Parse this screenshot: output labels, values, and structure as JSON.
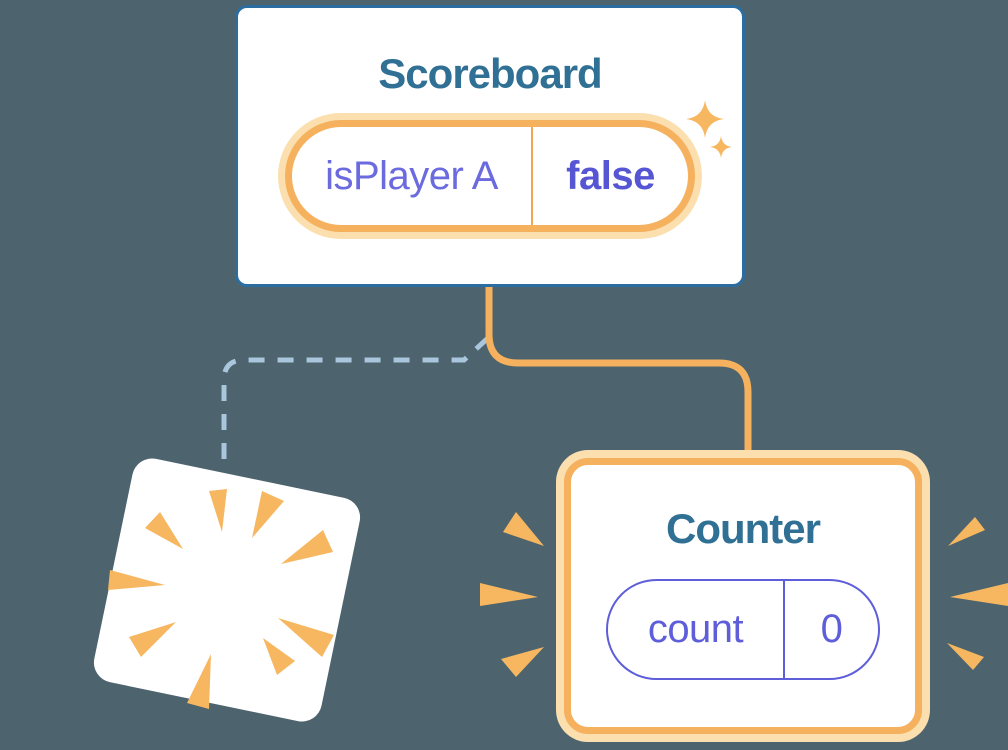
{
  "scoreboard": {
    "title": "Scoreboard",
    "state": {
      "name": "isPlayer A",
      "value": "false"
    }
  },
  "counter": {
    "title": "Counter",
    "state": {
      "name": "count",
      "value": "0"
    }
  },
  "icons": [
    "sparkles-icon",
    "poof-burst-icon",
    "emphasis-rays-left-icon",
    "emphasis-rays-right-icon"
  ],
  "connectors": {
    "dashed": "scoreboard-to-destroyed-component",
    "solid": "scoreboard-to-counter"
  },
  "colors": {
    "bg": "#4D646F",
    "blue-border": "#2C6DA1",
    "title-blue": "#2F7094",
    "orange": "#F5B15D",
    "orange-halo": "#FBDFAF",
    "orange-divider": "#EFA750",
    "orange-ray": "#F6B760",
    "purple": "#5E5EDA",
    "purple-label": "#6B6BDF",
    "purple-bold": "#5656D4",
    "dashed-blue": "#A9C6DC",
    "card-white": "#FFFFFF"
  }
}
